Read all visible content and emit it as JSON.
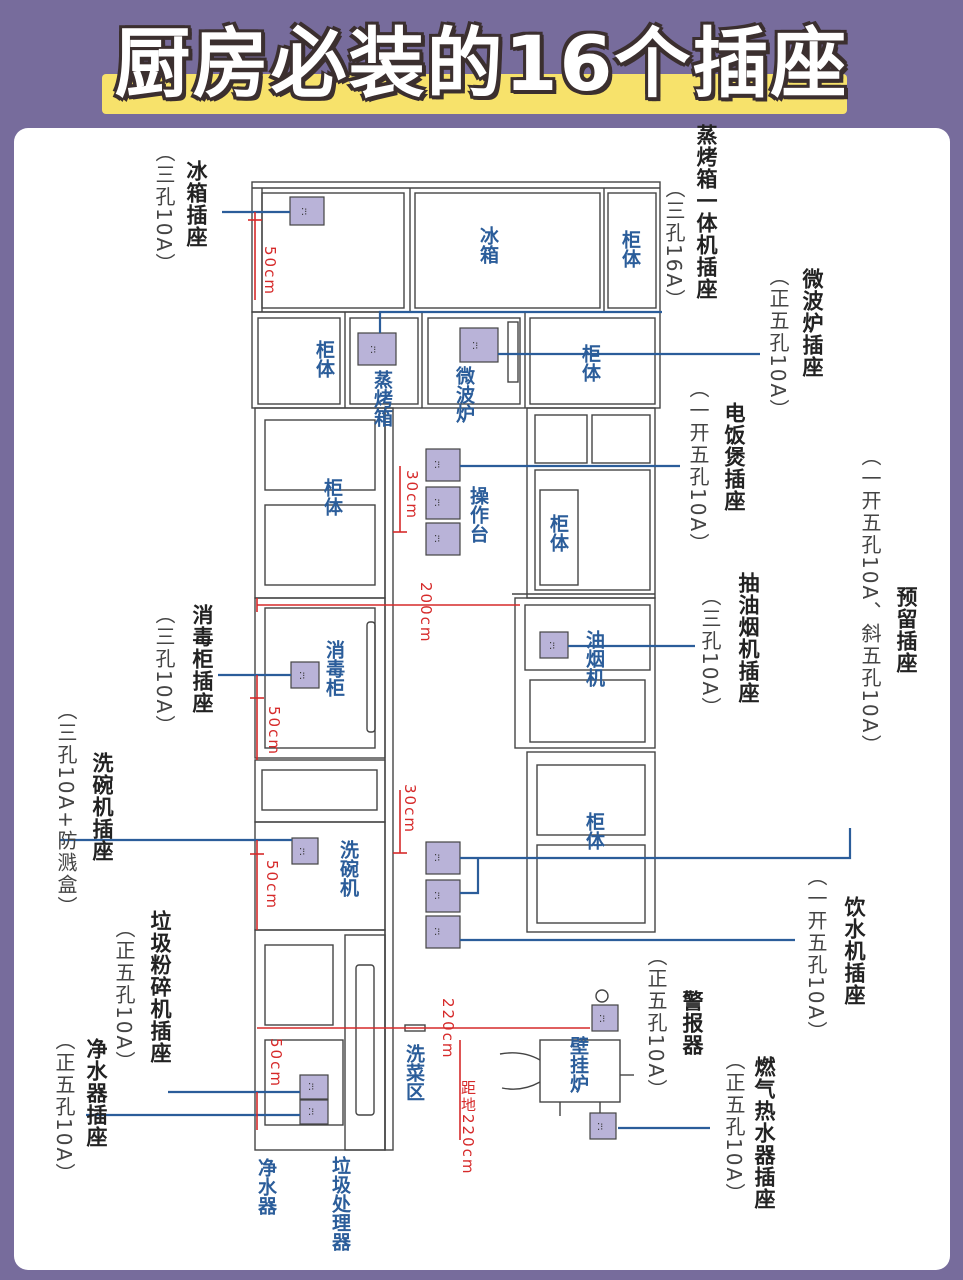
{
  "title": "厨房必装的16个插座",
  "sockets": {
    "fridge": {
      "name": "冰箱插座",
      "spec": "（三孔10A）"
    },
    "steam_oven": {
      "name": "蒸烤箱一体机插座",
      "spec": "（三孔16A）"
    },
    "microwave": {
      "name": "微波炉插座",
      "spec": "（正五孔10A）"
    },
    "rice_cooker": {
      "name": "电饭煲插座",
      "spec": "（一开五孔10A）"
    },
    "reserved": {
      "name": "预留插座",
      "spec": "（一开五孔10A、斜五孔10A）"
    },
    "hood": {
      "name": "抽油烟机插座",
      "spec": "（三孔10A）"
    },
    "sterilizer": {
      "name": "消毒柜插座",
      "spec": "（三孔10A）"
    },
    "dishwasher": {
      "name": "洗碗机插座",
      "spec": "（三孔10A+防溅盒）"
    },
    "disposer": {
      "name": "垃圾粉碎机插座",
      "spec": "（正五孔10A）"
    },
    "purifier": {
      "name": "净水器插座",
      "spec": "（正五孔10A）"
    },
    "water_dispenser": {
      "name": "饮水机插座",
      "spec": "（一开五孔10A）"
    },
    "alarm": {
      "name": "警报器",
      "spec": "（正五孔10A）"
    },
    "gas_heater": {
      "name": "燃气热水器插座",
      "spec": "（正五孔10A）"
    }
  },
  "cabinet_labels": {
    "fridge": "冰箱",
    "cabinet1": "柜体",
    "cabinet2": "柜体",
    "cabinet3": "柜体",
    "cabinet4": "柜体",
    "cabinet5": "柜体",
    "cabinet6": "柜体",
    "steam_oven": "蒸烤箱",
    "microwave": "微波炉",
    "counter": "操作台",
    "sterilizer": "消毒柜",
    "hood": "油烟机",
    "dishwasher": "洗碗机",
    "sink": "洗菜区",
    "wall_boiler": "壁挂炉",
    "disposer": "垃圾处理器",
    "purifier": "净水器"
  },
  "dimensions": {
    "d_fridge": "50cm",
    "d_counter": "30cm",
    "d_200": "200cm",
    "d_sterilizer": "50cm",
    "d_30b": "30cm",
    "d_dishwasher": "50cm",
    "d_220": "220cm",
    "d_50b": "50cm",
    "d_floor": "距地220cm"
  },
  "colors": {
    "background": "#776c9c",
    "title_bar": "#f7e26b",
    "socket_fill": "#b9b3d8",
    "leader_line": "#2b5d9a",
    "dimension": "#d62a2a"
  }
}
